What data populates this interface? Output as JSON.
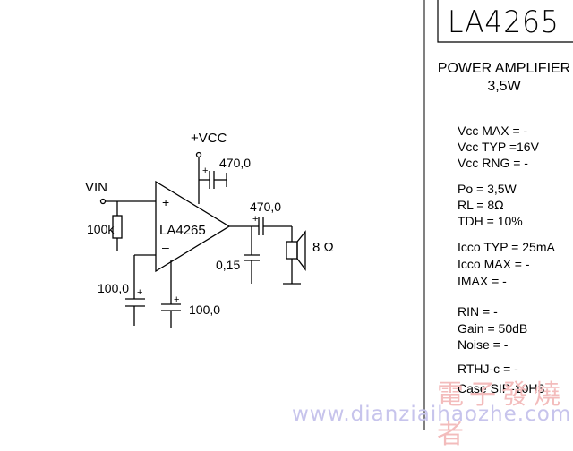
{
  "chip": {
    "part_number": "LA4265",
    "description_line1": "POWER AMPLIFIER",
    "description_line2": "3,5W"
  },
  "specs": {
    "vcc_max": "Vcc MAX =  -",
    "vcc_typ": "Vcc TYP =16V",
    "vcc_rng": "Vcc RNG =  -",
    "po": "Po  = 3,5W",
    "rl": "RL  = 8Ω",
    "tdh": "TDH = 10%",
    "icco_typ": "Icco TYP = 25mA",
    "icco_max": "Icco MAX =  -",
    "imax": "IMAX  =  -",
    "rin": "RIN  =  -",
    "gain": "Gain  = 50dB",
    "noise": "Noise =  -",
    "rthj": "RTHJ-c =  -",
    "case": "Case  SIP-10H3"
  },
  "schematic": {
    "vcc_label": "+VCC",
    "vin_label": "VIN",
    "amp_label": "LA4265",
    "amp_plus": "+",
    "amp_minus": "–",
    "c_supply": "470,0",
    "c_output": "470,0",
    "c_zobel": "0,15",
    "r_input": "100k",
    "c_left": "100,0",
    "c_bottom": "100,0",
    "speaker": "8 Ω",
    "pol_supply": "+",
    "pol_output": "+",
    "pol_left": "+",
    "pol_bottom": "+"
  },
  "watermark": {
    "chinese": "電子發燒者",
    "url": "www.dianziaihaozhe.com"
  },
  "colors": {
    "ink": "#000000",
    "watermark_red": "#f3bcbc",
    "watermark_blue": "#c7c4ec"
  }
}
